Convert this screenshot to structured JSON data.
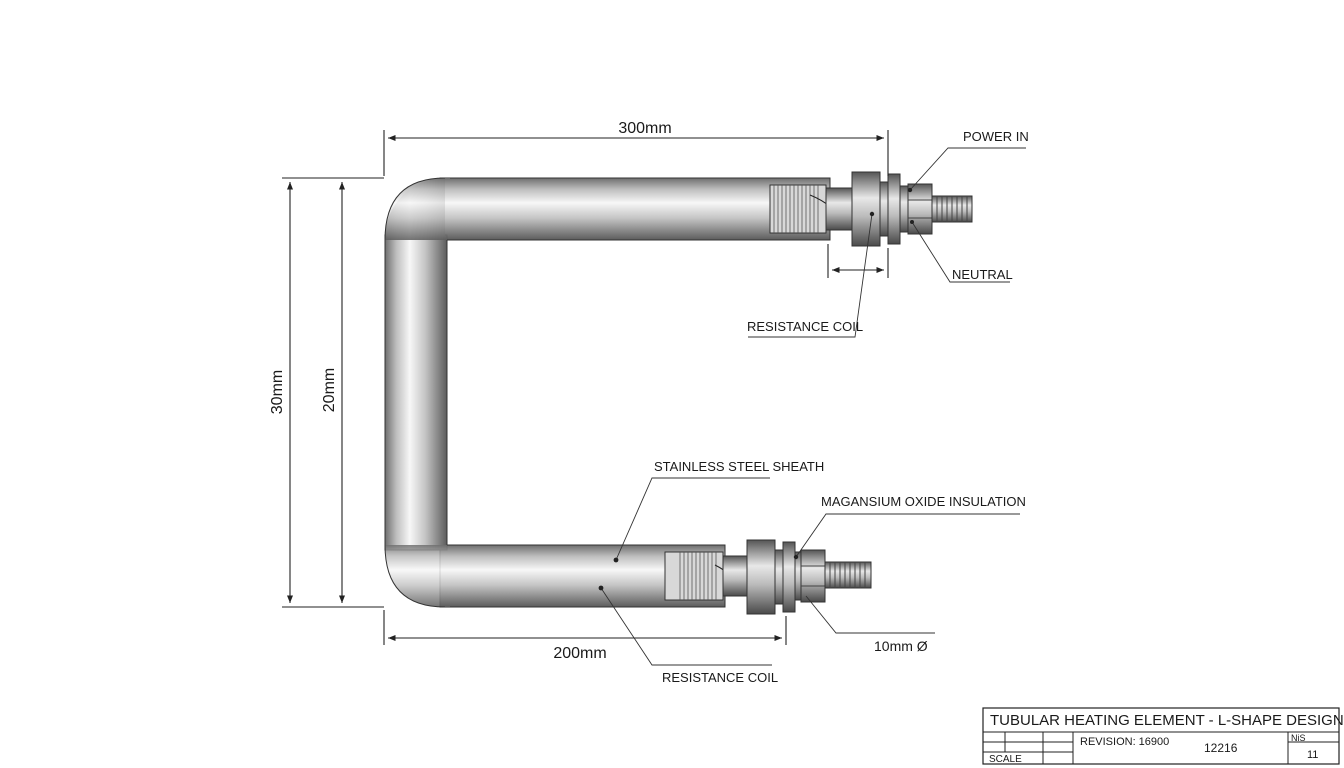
{
  "dimensions": {
    "top_length": "300mm",
    "bottom_length": "200mm",
    "outer_height": "30mm",
    "inner_height": "20mm",
    "diameter": "10mm Ø"
  },
  "labels": {
    "power_in": "POWER IN",
    "neutral": "NEUTRAL",
    "resistance_coil_top": "RESISTANCE COIL",
    "stainless_steel_sheath": "STAINLESS STEEL SHEATH",
    "insulation": "MAGANSIUM OXIDE INSULATION",
    "resistance_coil_bottom": "RESISTANCE COIL"
  },
  "title_block": {
    "title": "TUBULAR HEATING ELEMENT - L-SHAPE DESIGN",
    "revision": "REVISION: 16900",
    "number": "12216",
    "scale_label": "SCALE",
    "nts": "NiS",
    "sheet": "11"
  }
}
